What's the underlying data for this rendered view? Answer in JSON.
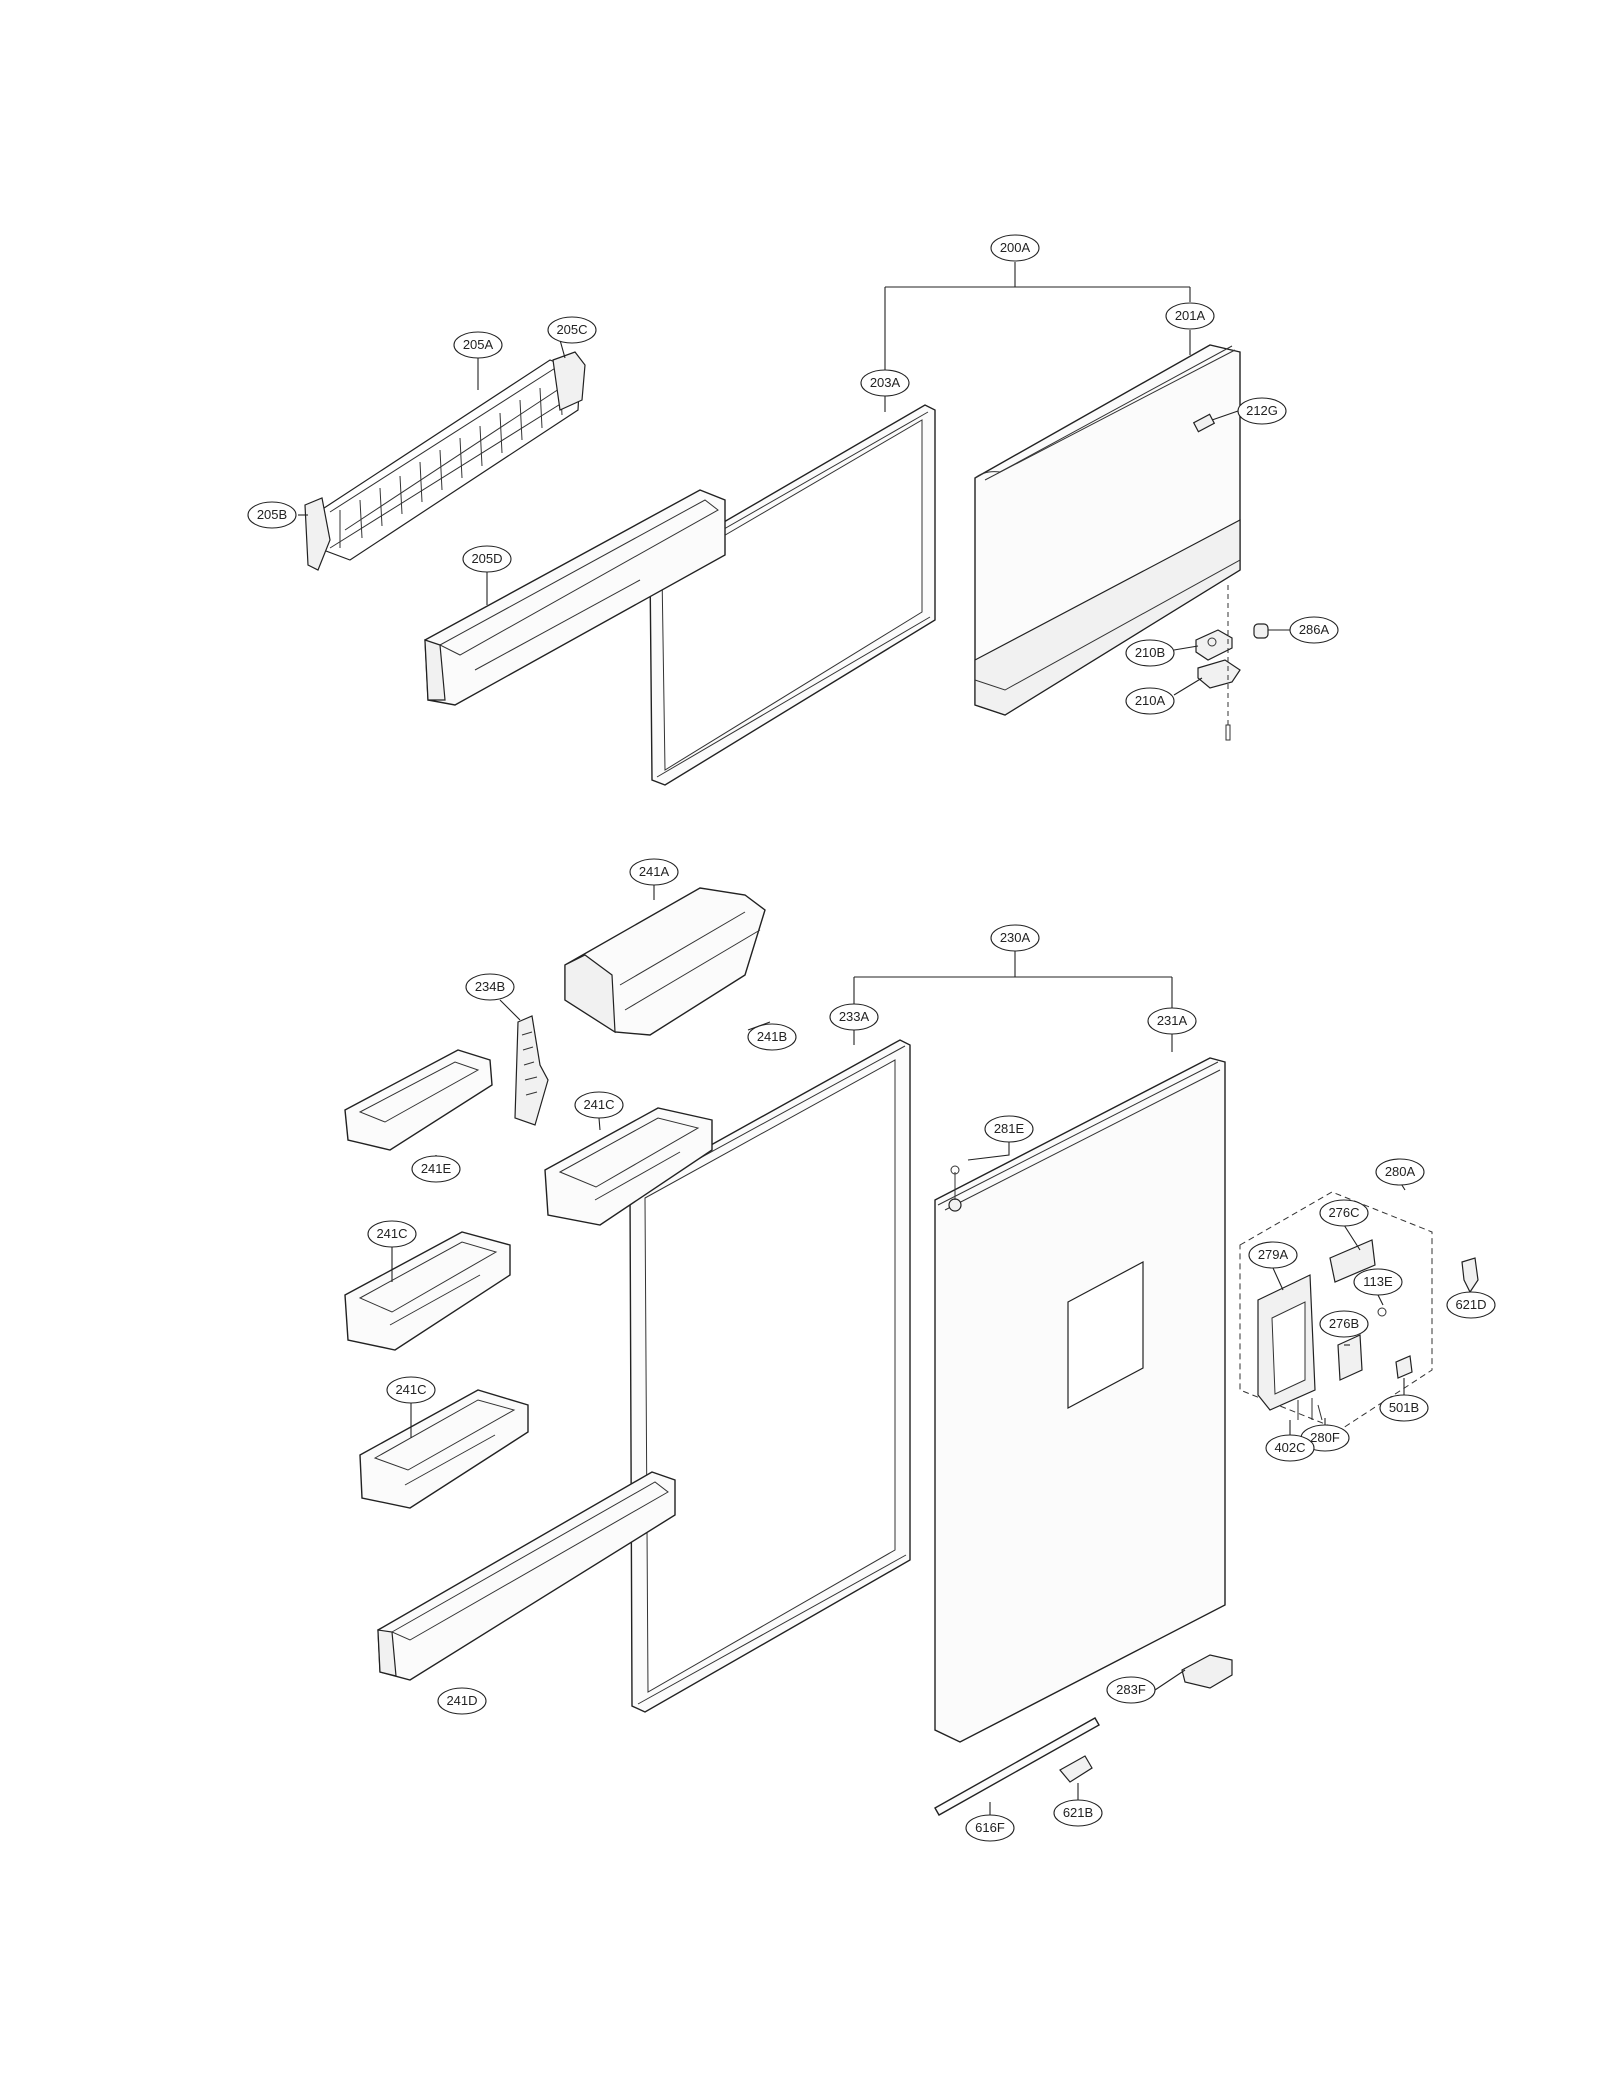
{
  "diagram": {
    "callouts": [
      {
        "id": "c200A",
        "label": "200A"
      },
      {
        "id": "c201A",
        "label": "201A"
      },
      {
        "id": "c203A",
        "label": "203A"
      },
      {
        "id": "c205A",
        "label": "205A"
      },
      {
        "id": "c205C",
        "label": "205C"
      },
      {
        "id": "c205B",
        "label": "205B"
      },
      {
        "id": "c205D",
        "label": "205D"
      },
      {
        "id": "c212G",
        "label": "212G"
      },
      {
        "id": "c210B",
        "label": "210B"
      },
      {
        "id": "c286A",
        "label": "286A"
      },
      {
        "id": "c210A",
        "label": "210A"
      },
      {
        "id": "c241A",
        "label": "241A"
      },
      {
        "id": "c241B",
        "label": "241B"
      },
      {
        "id": "c230A",
        "label": "230A"
      },
      {
        "id": "c233A",
        "label": "233A"
      },
      {
        "id": "c231A",
        "label": "231A"
      },
      {
        "id": "c234B",
        "label": "234B"
      },
      {
        "id": "c241C1",
        "label": "241C"
      },
      {
        "id": "c241E",
        "label": "241E"
      },
      {
        "id": "c281E",
        "label": "281E"
      },
      {
        "id": "c280A",
        "label": "280A"
      },
      {
        "id": "c276C",
        "label": "276C"
      },
      {
        "id": "c279A",
        "label": "279A"
      },
      {
        "id": "c113E",
        "label": "113E"
      },
      {
        "id": "c621D",
        "label": "621D"
      },
      {
        "id": "c276B",
        "label": "276B"
      },
      {
        "id": "c501B",
        "label": "501B"
      },
      {
        "id": "c280F",
        "label": "280F"
      },
      {
        "id": "c402C",
        "label": "402C"
      },
      {
        "id": "c241C2",
        "label": "241C"
      },
      {
        "id": "c241C3",
        "label": "241C"
      },
      {
        "id": "c241D",
        "label": "241D"
      },
      {
        "id": "c283F",
        "label": "283F"
      },
      {
        "id": "c616F",
        "label": "616F"
      },
      {
        "id": "c621B",
        "label": "621B"
      }
    ]
  }
}
